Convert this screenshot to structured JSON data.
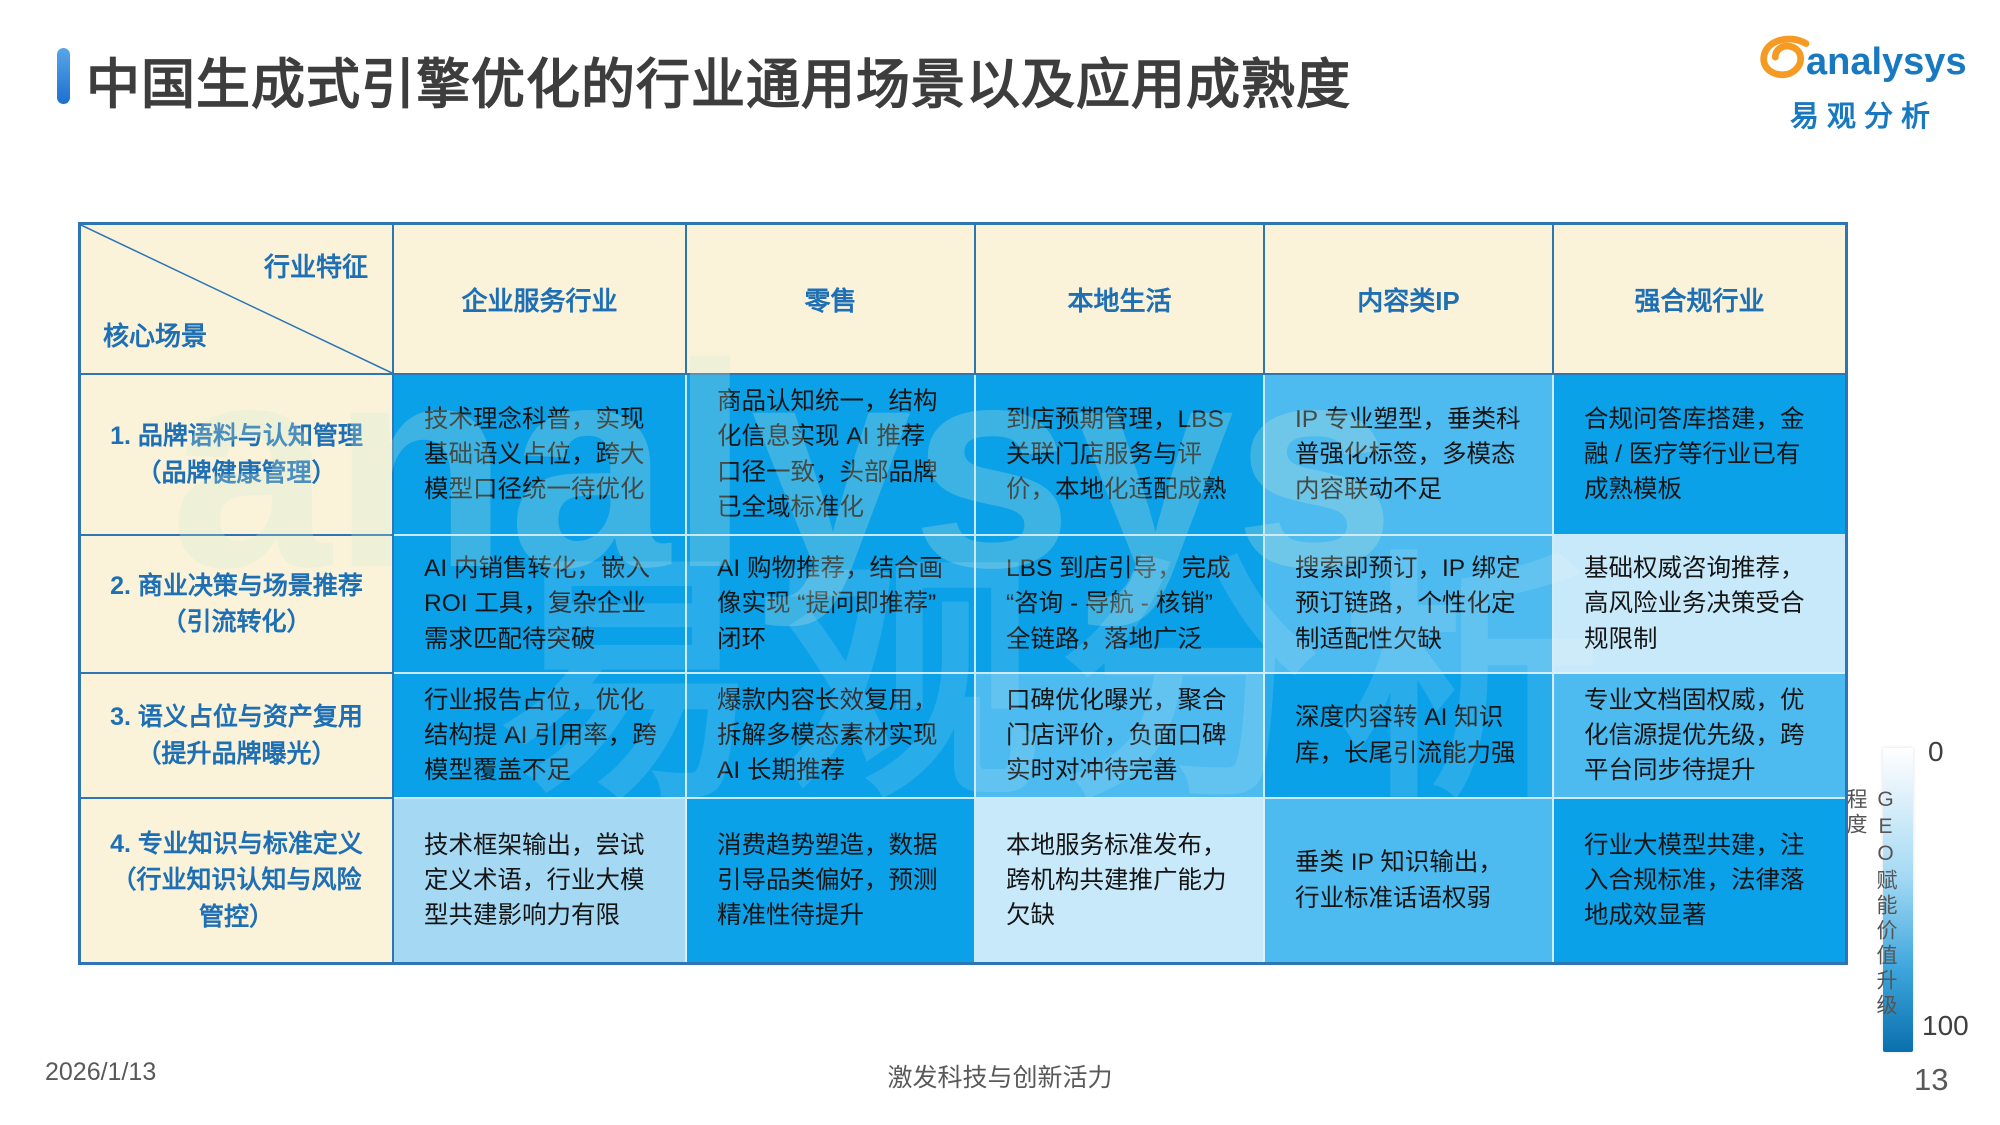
{
  "title": "中国生成式引擎优化的行业通用场景以及应用成熟度",
  "logo": {
    "brand": "analysys",
    "cn": "易观分析"
  },
  "watermark": {
    "latin": "analysys",
    "cn": "易观分析"
  },
  "table": {
    "corner": {
      "top_right": "行业特征",
      "bottom_left": "核心场景"
    },
    "columns": [
      "企业服务行业",
      "零售",
      "本地生活",
      "内容类IP",
      "强合规行业"
    ],
    "rows": [
      {
        "header": "1.  品牌语料与认知管理（品牌健康管理）",
        "cells": [
          {
            "text": "技术理念科普，实现基础语义占位，跨大模型口径统一待优化",
            "level": "high"
          },
          {
            "text": "商品认知统一，结构化信息实现 AI 推荐口径一致，头部品牌已全域标准化",
            "level": "high"
          },
          {
            "text": "到店预期管理，LBS 关联门店服务与评价，本地化适配成熟",
            "level": "high"
          },
          {
            "text": "IP 专业塑型，垂类科普强化标签，多模态内容联动不足",
            "level": "mid"
          },
          {
            "text": "合规问答库搭建，金融 / 医疗等行业已有成熟模板",
            "level": "high"
          }
        ]
      },
      {
        "header": "2. 商业决策与场景推荐（引流转化）",
        "cells": [
          {
            "text": "AI 内销售转化，嵌入 ROI 工具，复杂企业需求匹配待突破",
            "level": "high"
          },
          {
            "text": "AI 购物推荐，结合画像实现 “提问即推荐” 闭环",
            "level": "high"
          },
          {
            "text": "LBS 到店引导，完成 “咨询 - 导航 - 核销” 全链路，落地广泛",
            "level": "high"
          },
          {
            "text": "搜索即预订，IP 绑定预订链路，个性化定制适配性欠缺",
            "level": "mid"
          },
          {
            "text": "基础权威咨询推荐，高风险业务决策受合规限制",
            "level": "low"
          }
        ]
      },
      {
        "header": "3. 语义占位与资产复用（提升品牌曝光）",
        "cells": [
          {
            "text": "行业报告占位，优化结构提 AI 引用率，跨模型覆盖不足",
            "level": "high"
          },
          {
            "text": "爆款内容长效复用，拆解多模态素材实现 AI 长期推荐",
            "level": "high"
          },
          {
            "text": "口碑优化曝光，聚合门店评价，负面口碑实时对冲待完善",
            "level": "mid"
          },
          {
            "text": "深度内容转 AI 知识库，长尾引流能力强",
            "level": "high"
          },
          {
            "text": "专业文档固权威，优化信源提优先级，跨平台同步待提升",
            "level": "mid"
          }
        ]
      },
      {
        "header": "4. 专业知识与标准定义（行业知识认知与风险管控）",
        "cells": [
          {
            "text": "技术框架输出，尝试定义术语，行业大模型共建影响力有限",
            "level": "midlow"
          },
          {
            "text": "消费趋势塑造，数据引导品类偏好，预测精准性待提升",
            "level": "high"
          },
          {
            "text": "本地服务标准发布，跨机构共建推广能力欠缺",
            "level": "low"
          },
          {
            "text": "垂类 IP 知识输出，行业标准话语权弱",
            "level": "mid"
          },
          {
            "text": "行业大模型共建，注入合规标准，法律落地成效显著",
            "level": "high"
          }
        ]
      }
    ]
  },
  "legend": {
    "label": "GEO赋能价值升级程度",
    "min": "0",
    "max": "100"
  },
  "footer": {
    "date": "2026/1/13",
    "slogan": "激发科技与创新活力",
    "page": "13"
  },
  "colors": {
    "accent": "#2f7cd6",
    "table_border": "#2e75b6",
    "header_bg": "#faf3da",
    "header_text": "#1f6fb5",
    "level_high": "#0ba1e8",
    "level_mid": "#4dbbf0",
    "level_midlow": "#a4d8f3",
    "level_low": "#c8e9fa",
    "legend_top": "#ffffff",
    "legend_bottom": "#0a6fae",
    "logo_orange": "#f59a23",
    "logo_blue": "#1879c0"
  }
}
